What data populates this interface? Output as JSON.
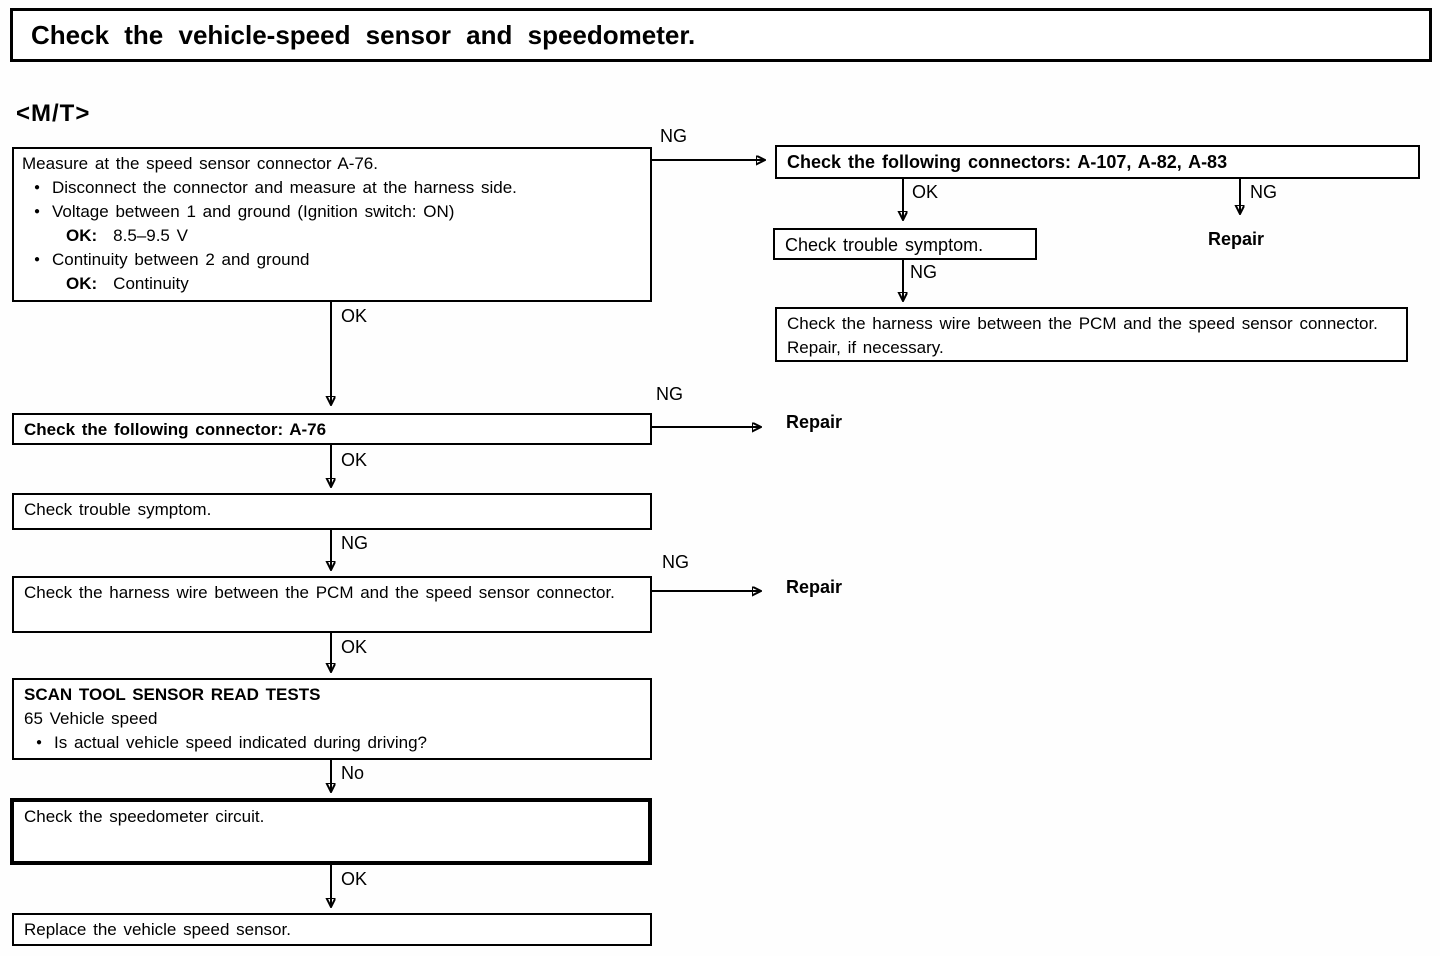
{
  "page": {
    "title": "Check the vehicle-speed sensor and speedometer.",
    "section": "<M/T>"
  },
  "labels": {
    "repair": "Repair"
  },
  "nodes": {
    "measure": {
      "title": "Measure at the speed sensor connector A-76.",
      "bullet_glyph": "●",
      "bullets": [
        {
          "text": "Disconnect the connector and measure at the harness side."
        },
        {
          "text": "Voltage between 1 and ground (Ignition switch: ON)",
          "ok_label": "OK:",
          "ok_value": "8.5–9.5 V"
        },
        {
          "text": "Continuity between 2 and ground",
          "ok_label": "OK:",
          "ok_value": "Continuity"
        }
      ]
    },
    "connectors_right": {
      "text": "Check the following connectors: A-107, A-82, A-83"
    },
    "trouble_right": {
      "text": "Check trouble symptom."
    },
    "harness_right": {
      "text": "Check the harness wire between the PCM and the speed sensor connector. Repair, if necessary."
    },
    "connector_a76": {
      "text": "Check the following connector: A-76"
    },
    "trouble_left": {
      "text": "Check trouble symptom."
    },
    "harness_left": {
      "text": "Check the harness wire between the PCM and the speed sensor connector."
    },
    "scan_tool": {
      "title": "SCAN TOOL SENSOR READ TESTS",
      "subtitle": "65 Vehicle speed",
      "bullet_glyph": "●",
      "bullet": "Is actual vehicle speed indicated during driving?"
    },
    "speedometer": {
      "text": "Check the speedometer circuit."
    },
    "replace": {
      "text": "Replace the vehicle speed sensor."
    }
  },
  "edges": [
    {
      "from": "measure",
      "to": "connectors_right",
      "label": "NG"
    },
    {
      "from": "connectors_right",
      "to": "trouble_right",
      "label": "OK"
    },
    {
      "from": "connectors_right",
      "to": "repair",
      "label": "NG"
    },
    {
      "from": "trouble_right",
      "to": "harness_right",
      "label": "NG"
    },
    {
      "from": "measure",
      "to": "connector_a76",
      "label": "OK"
    },
    {
      "from": "connector_a76",
      "to": "repair",
      "label": "NG"
    },
    {
      "from": "connector_a76",
      "to": "trouble_left",
      "label": "OK"
    },
    {
      "from": "trouble_left",
      "to": "harness_left",
      "label": "NG"
    },
    {
      "from": "harness_left",
      "to": "repair",
      "label": "NG"
    },
    {
      "from": "harness_left",
      "to": "scan_tool",
      "label": "OK"
    },
    {
      "from": "scan_tool",
      "to": "speedometer",
      "label": "No"
    },
    {
      "from": "speedometer",
      "to": "replace",
      "label": "OK"
    }
  ]
}
